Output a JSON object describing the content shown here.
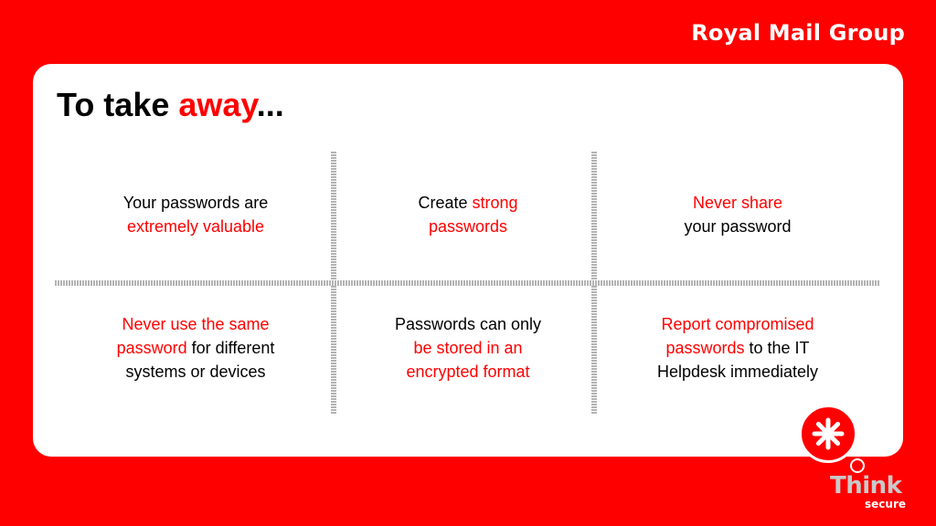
{
  "brand": {
    "name": "Royal Mail Group"
  },
  "slide": {
    "title_lead": "To take ",
    "title_accent": "away",
    "title_trail": "..."
  },
  "tips": {
    "t1": {
      "line1": "Your passwords are",
      "highlight": "extremely valuable"
    },
    "t2": {
      "text": "Create ",
      "highlight1": "strong",
      "highlight2": "passwords"
    },
    "t3": {
      "highlight": "Never share",
      "line2": "your password"
    },
    "t4": {
      "highlight1": "Never use the same",
      "highlight2": "password",
      "text1": " for different",
      "line3": "systems or devices"
    },
    "t5": {
      "line1": "Passwords can only",
      "highlight1": "be stored in an",
      "highlight2": "encrypted format"
    },
    "t6": {
      "highlight1": "Report compromised",
      "highlight2": "passwords",
      "text1": " to the IT",
      "line3": "Helpdesk immediately"
    }
  },
  "logo": {
    "word": "Think",
    "sub": "secure"
  },
  "colors": {
    "brand_red": "#ff0000",
    "card_bg": "#ffffff",
    "divider": "#b3b3b3"
  }
}
